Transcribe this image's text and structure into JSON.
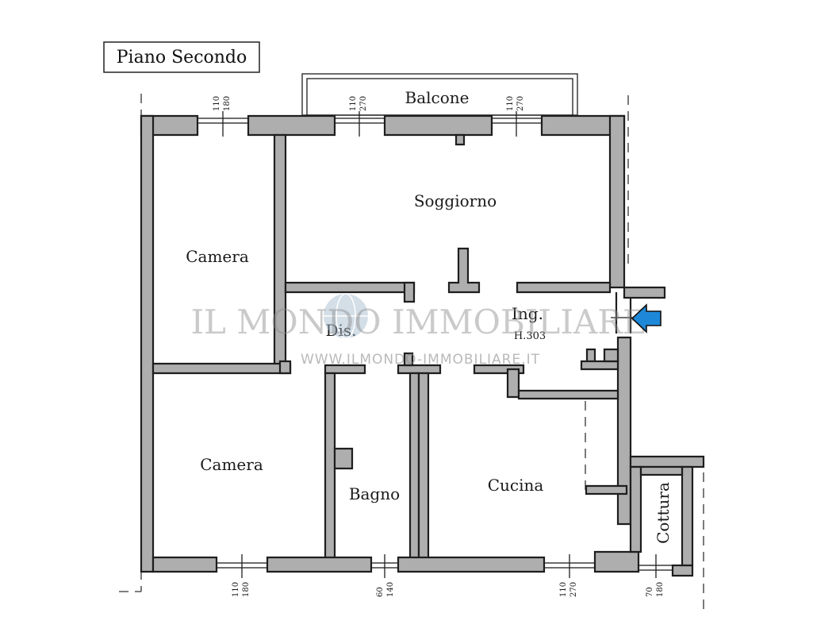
{
  "title": "Piano Secondo",
  "rooms": {
    "balcone": "Balcone",
    "soggiorno": "Soggiorno",
    "camera_top": "Camera",
    "camera_bottom": "Camera",
    "dis": "Dis.",
    "ingresso": "Ing.",
    "altezza": "H.303",
    "bagno": "Bagno",
    "cucina": "Cucina",
    "cottura": "Cottura"
  },
  "dimensions": {
    "top_left": [
      "110",
      "180"
    ],
    "top_mid": [
      "110",
      "270"
    ],
    "top_right": [
      "110",
      "270"
    ],
    "bottom_left": [
      "110",
      "180"
    ],
    "bottom_mid": [
      "60",
      "140"
    ],
    "bottom_right": [
      "110",
      "270"
    ],
    "bottom_far": [
      "70",
      "180"
    ]
  },
  "watermark": {
    "name": "IL MONDO IMMOBILIARE",
    "url": "WWW.ILMONDO-IMMOBILIARE.IT"
  },
  "colors": {
    "wall_fill": "#aeaeae",
    "entrance_arrow": "#1e88d8",
    "watermark": "#8c8c8c"
  },
  "icons": {
    "entrance": "entrance-arrow-icon",
    "logo": "globe-logo-icon"
  }
}
